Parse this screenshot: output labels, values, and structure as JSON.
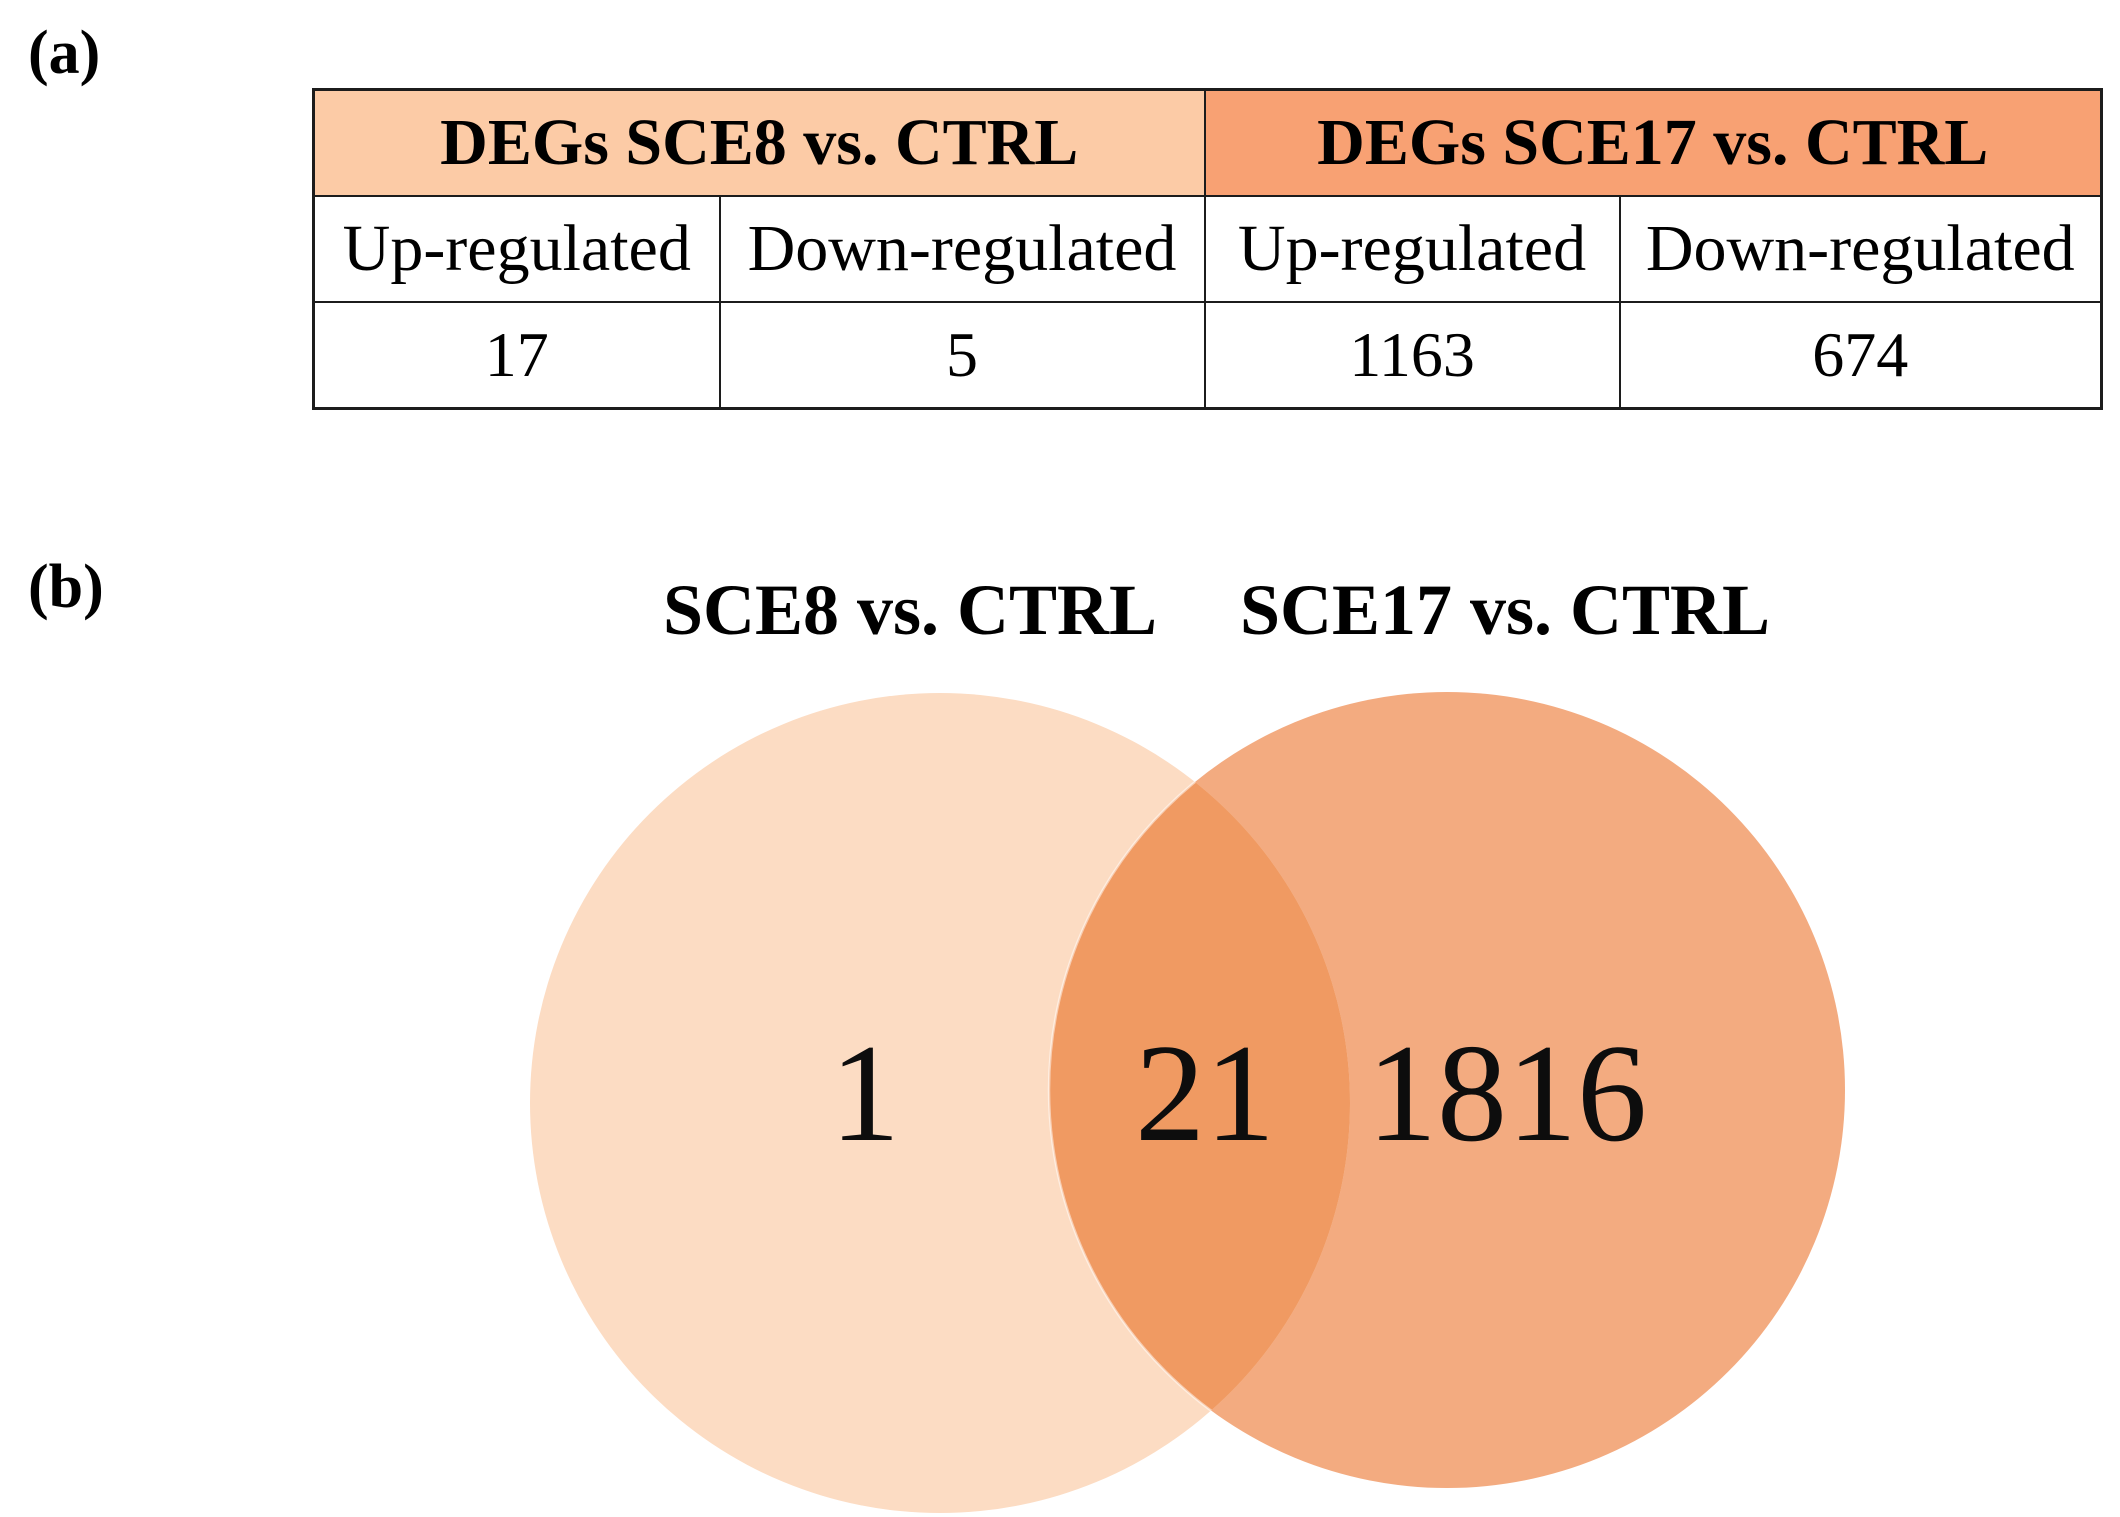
{
  "figure": {
    "panel_a_label": "(a)",
    "panel_b_label": "(b)"
  },
  "table": {
    "group_headers": [
      "DEGs SCE8 vs. CTRL",
      "DEGs SCE17 vs. CTRL"
    ],
    "sub_headers": [
      "Up-regulated",
      "Down-regulated",
      "Up-regulated",
      "Down-regulated"
    ],
    "values": [
      "17",
      "5",
      "1163",
      "674"
    ]
  },
  "venn": {
    "left_label": "SCE8 vs. CTRL",
    "right_label": "SCE17 vs. CTRL",
    "left_value": "1",
    "overlap_value": "21",
    "right_value": "1816"
  },
  "colors": {
    "table_header_left_bg": "#FCCBA6",
    "table_header_right_bg": "#F8A173",
    "venn_left_fill": "#FCDCC3",
    "venn_right_fill": "#F3AB80",
    "venn_overlap_fill": "#F09A62",
    "border": "#1C1C1C",
    "text": "#000000"
  },
  "chart_data": {
    "type": "venn",
    "sets": [
      "SCE8 vs. CTRL",
      "SCE17 vs. CTRL"
    ],
    "values": {
      "left_only": 1,
      "intersection": 21,
      "right_only": 1816
    },
    "summary_table": {
      "groups": [
        "DEGs SCE8 vs. CTRL",
        "DEGs SCE17 vs. CTRL"
      ],
      "columns": [
        "Up-regulated",
        "Down-regulated",
        "Up-regulated",
        "Down-regulated"
      ],
      "values": [
        17,
        5,
        1163,
        674
      ]
    }
  }
}
